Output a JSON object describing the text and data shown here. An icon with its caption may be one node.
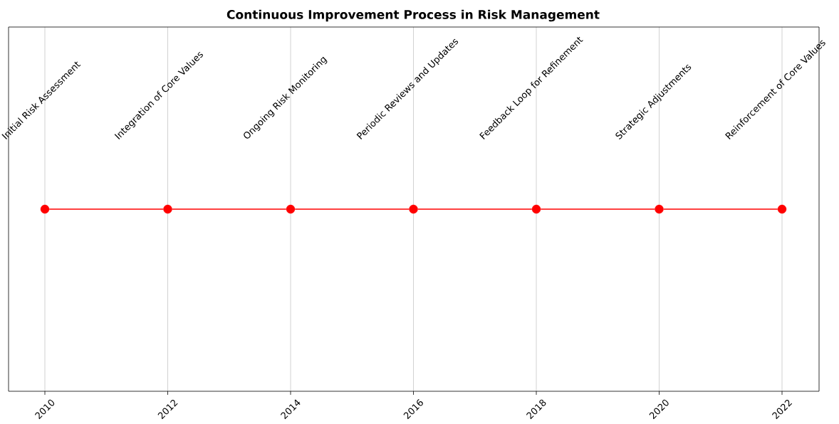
{
  "diagram": {
    "title": "Continuous Improvement Process in Risk Management",
    "nodes": [
      {
        "text": [],
        "shape": "circle"
      },
      {
        "text": [],
        "shape": "circle"
      },
      {
        "text": [],
        "shape": "circle"
      },
      {
        "text": [],
        "shape": "circle"
      },
      {
        "text": [],
        "shape": "circle"
      },
      {
        "text": [],
        "shape": "circle"
      },
      {
        "text": [],
        "shape": "circle"
      }
    ],
    "edges": [
      {
        "from": 0,
        "to": 1,
        "arrow": "none"
      },
      {
        "from": 1,
        "to": 2,
        "arrow": "none"
      },
      {
        "from": 2,
        "to": 3,
        "arrow": "none"
      },
      {
        "from": 3,
        "to": 4,
        "arrow": "none"
      },
      {
        "from": 4,
        "to": 5,
        "arrow": "none"
      },
      {
        "from": 5,
        "to": 6,
        "arrow": "none"
      }
    ],
    "labels": [
      "Initial Risk Assessment",
      "Integration of Core Values",
      "Ongoing Risk Monitoring",
      "Periodic Reviews and Updates",
      "Feedback Loop for Refinement",
      "Strategic Adjustments",
      "Reinforcement of Core Values",
      "2010",
      "2012",
      "2014",
      "2016",
      "2018",
      "2020",
      "2022"
    ]
  }
}
